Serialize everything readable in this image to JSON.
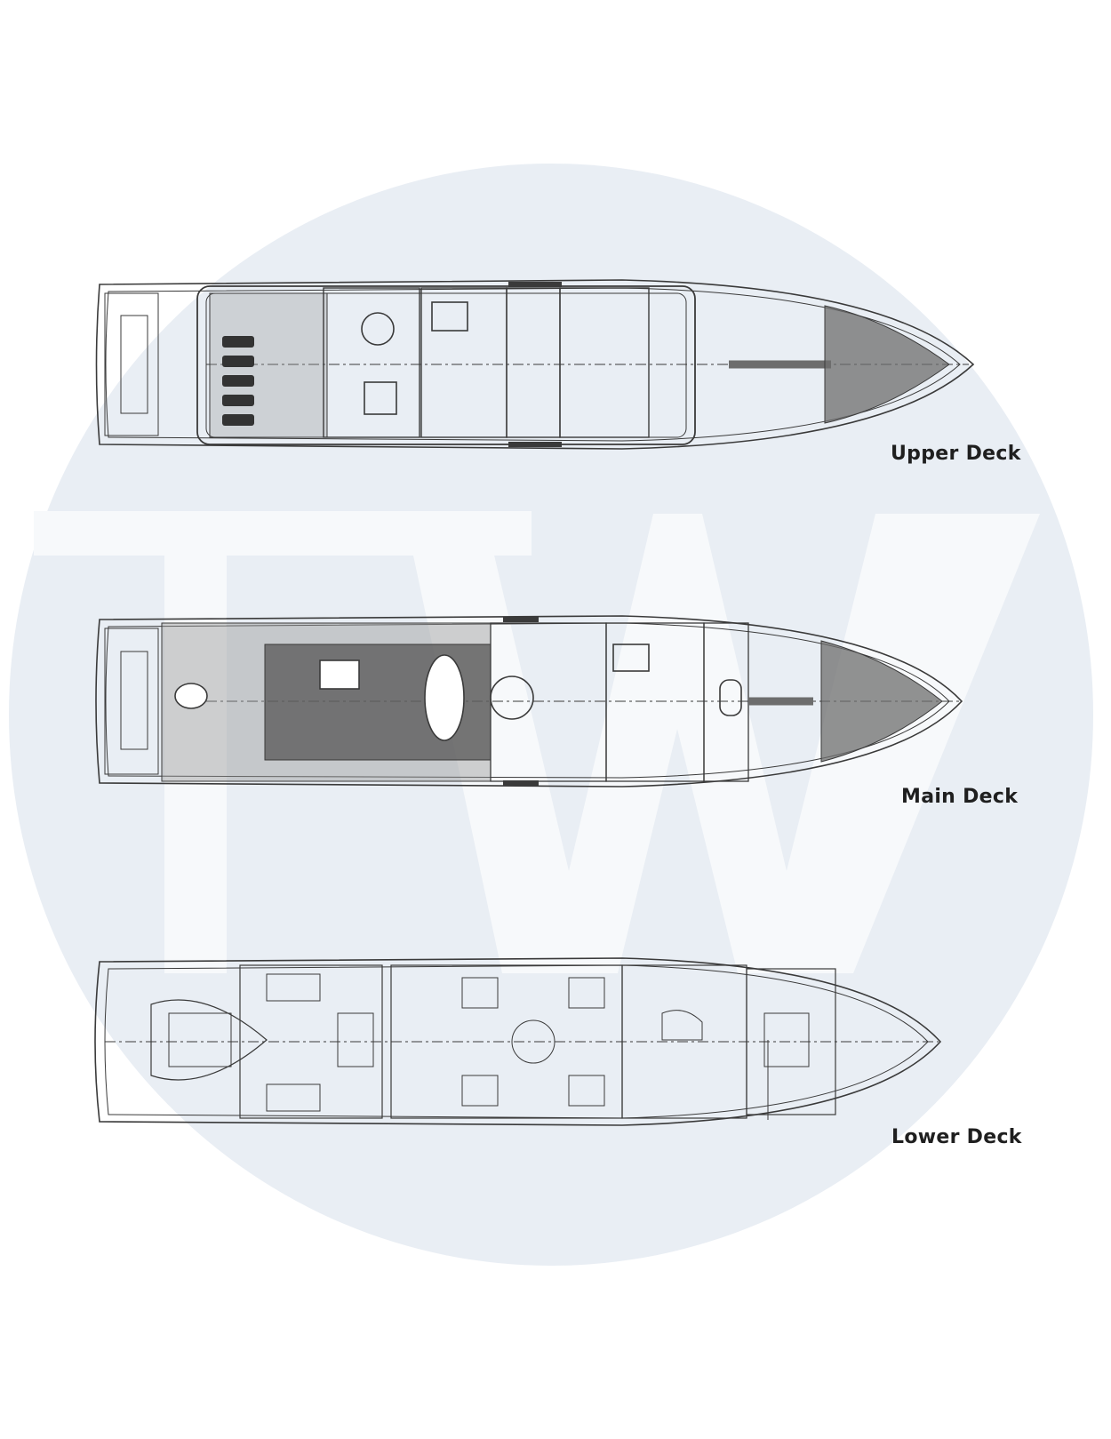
{
  "watermark": {
    "text": "TW"
  },
  "decks": [
    {
      "id": "upper",
      "label": "Upper Deck"
    },
    {
      "id": "main",
      "label": "Main Deck"
    },
    {
      "id": "lower",
      "label": "Lower Deck"
    }
  ],
  "colors": {
    "line": "#3a3a3a",
    "fill_dark": "#6d6d6d",
    "fill_mid": "#9a9a9a",
    "watermark": "#e9eef4"
  }
}
